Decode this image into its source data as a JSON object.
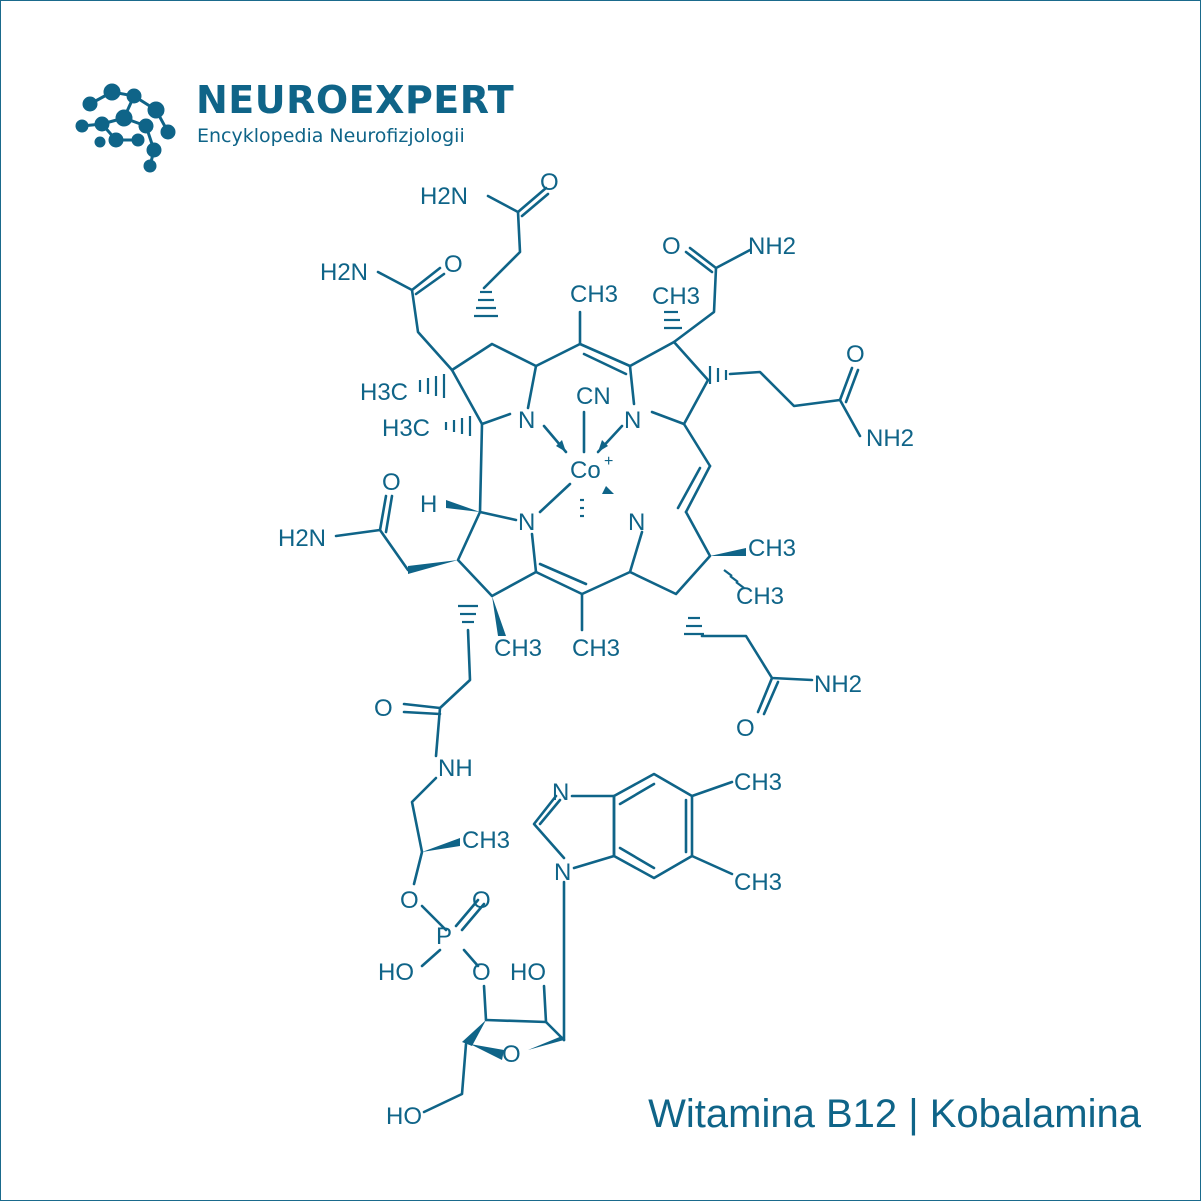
{
  "brand": {
    "name": "NEUROEXPERT",
    "subtitle": "Encyklopedia Neurofizjologii"
  },
  "caption": "Witamina B12 | Kobalamina",
  "colors": {
    "primary": "#0f6488",
    "background": "#ffffff"
  },
  "atoms": {
    "h2n_top": "H2N",
    "o_top": "O",
    "h2n_left": "H2N",
    "o_left_top": "O",
    "o_right_top": "O",
    "nh2_right_top": "NH2",
    "ch3_top_mid": "CH3",
    "ch3_top_right": "CH3",
    "o_right": "O",
    "nh2_right": "NH2",
    "h3c_a": "H3C",
    "h3c_b": "H3C",
    "n_ul": "N",
    "cn": "CN",
    "n_ur": "N",
    "co": "Co",
    "co_charge": "+",
    "h_left": "H",
    "n_ll": "N",
    "n_lr": "N",
    "o_left_mid": "O",
    "h2n_left_mid": "H2N",
    "ch3_r1": "CH3",
    "ch3_r2": "CH3",
    "ch3_bl": "CH3",
    "ch3_bm": "CH3",
    "nh2_br": "NH2",
    "o_br": "O",
    "o_amide": "O",
    "nh": "NH",
    "ch3_side": "CH3",
    "o_p1": "O",
    "p": "P",
    "o_p2": "O",
    "ho_p": "HO",
    "o_p3": "O",
    "ho_sugar": "HO",
    "o_ring": "O",
    "ho_bottom": "HO",
    "n_benz1": "N",
    "n_benz2": "N",
    "ch3_benz1": "CH3",
    "ch3_benz2": "CH3"
  }
}
